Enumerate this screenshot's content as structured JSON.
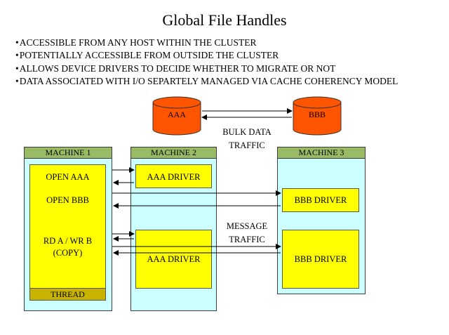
{
  "title": "Global File Handles",
  "bullets": [
    "ACCESSIBLE FROM ANY HOST WITHIN THE CLUSTER",
    "POTENTIALLY ACCESSIBLE FROM OUTSIDE THE CLUSTER",
    "ALLOWS DEVICE DRIVERS TO DECIDE WHETHER TO MIGRATE OR NOT",
    "DATA ASSOCIATED WITH I/O SEPARTELY MANAGED VIA CACHE COHERENCY MODEL"
  ],
  "storage": {
    "left_label": "AAA",
    "right_label": "BBB"
  },
  "bulk_traffic": {
    "line1": "BULK DATA",
    "line2": "TRAFFIC"
  },
  "message_traffic": {
    "line1": "MESSAGE",
    "line2": "TRAFFIC"
  },
  "machine1": {
    "header": "MACHINE 1",
    "open_aaa": "OPEN AAA",
    "open_bbb": "OPEN BBB",
    "rdwr_line1": "RD A / WR B",
    "rdwr_line2": "(COPY)",
    "thread": "THREAD"
  },
  "machine2": {
    "header": "MACHINE 2",
    "driver_top": "AAA DRIVER",
    "driver_bottom": "AAA DRIVER"
  },
  "machine3": {
    "header": "MACHINE 3",
    "driver_top": "BBB DRIVER",
    "driver_bottom": "BBB DRIVER"
  },
  "colors": {
    "cylinder": "#ff5500",
    "machine_fill": "#ccffff",
    "machine_header": "#99bb66",
    "yellow_box": "#ffff00",
    "thread_box": "#c8b400"
  }
}
